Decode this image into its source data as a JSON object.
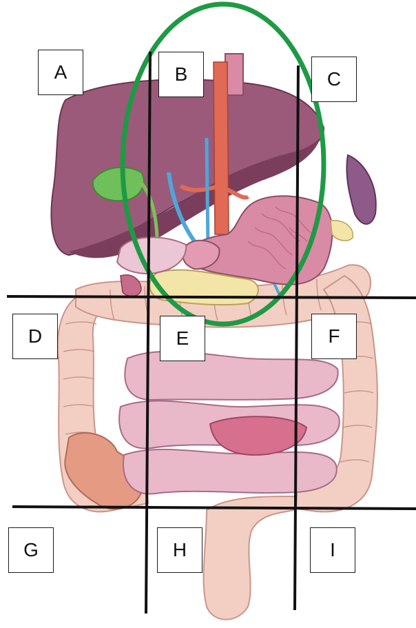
{
  "colors": {
    "liver": "#9b5a7a",
    "liver_dark": "#7a3e5c",
    "gallbladder": "#6fbf5a",
    "stomach": "#d98aa4",
    "stomach_fold": "#c06b8a",
    "colon": "#f3cfc3",
    "colon_line": "#c9958a",
    "small_intestine": "#e9b8c9",
    "small_intestine_line": "#a86b86",
    "aorta": "#e06a55",
    "vessel_blue": "#4fa6d8",
    "highlight_ellipse": "#1e9a45",
    "grid_line": "#111111"
  },
  "regions": [
    {
      "label": "A"
    },
    {
      "label": "B"
    },
    {
      "label": "C"
    },
    {
      "label": "D"
    },
    {
      "label": "E"
    },
    {
      "label": "F"
    },
    {
      "label": "G"
    },
    {
      "label": "H"
    },
    {
      "label": "I"
    }
  ],
  "highlight": {
    "region": "B"
  }
}
